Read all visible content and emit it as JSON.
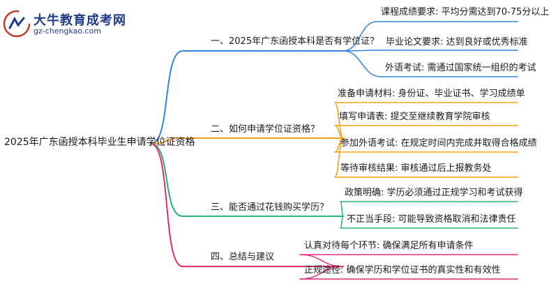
{
  "logo": {
    "title": "大牛教育成考网",
    "url": "gz-chengkao.com"
  },
  "root": "2025年广东函授本科毕业生申请学位证资格",
  "branches": [
    {
      "label": "一、2025年广东函授本科是否有学位证？",
      "color": "#2f86e6",
      "children": [
        "课程成绩要求: 平均分需达到70-75分以上",
        "毕业论文要求: 达到良好或优秀标准",
        "外语考试: 需通过国家统一组织的考试"
      ]
    },
    {
      "label": "二、如何申请学位证资格？",
      "color": "#f2a114",
      "children": [
        "准备申请材料: 身份证、毕业证书、学习成绩单",
        "填写申请表: 提交至继续教育学院审核",
        "参加外语考试: 在规定时间内完成并取得合格成绩",
        "等待审核结果: 审核通过后上报教务处"
      ]
    },
    {
      "label": "三、能否通过花钱购买学历？",
      "color": "#27b36e",
      "children": [
        "政策明确: 学历必须通过正规学习和考试获得",
        "不正当手段: 可能导致资格取消和法律责任"
      ]
    },
    {
      "label": "四、总结与建议",
      "color": "#e8297a",
      "children": [
        "认真对待每个环节: 确保满足所有申请条件",
        "正规途径: 确保学历和学位证书的真实性和有效性"
      ]
    }
  ]
}
